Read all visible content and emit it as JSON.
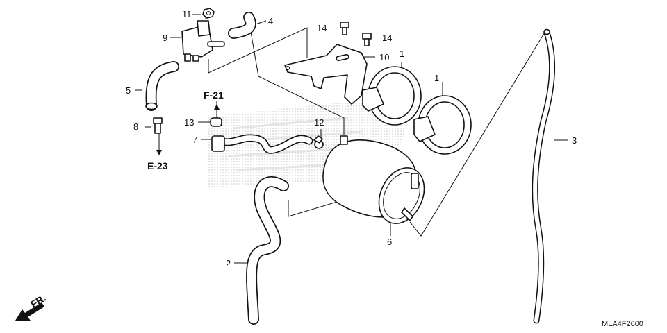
{
  "diagram": {
    "part_numbers": {
      "p1a": "1",
      "p1b": "1",
      "p2": "2",
      "p3": "3",
      "p4": "4",
      "p5": "5",
      "p6": "6",
      "p7": "7",
      "p8": "8",
      "p9": "9",
      "p10": "10",
      "p11": "11",
      "p12": "12",
      "p13": "13",
      "p14a": "14",
      "p14b": "14"
    },
    "section_refs": {
      "f21": "F-21",
      "e23": "E-23"
    },
    "front_marker": "FR.",
    "diagram_code": "MLA4F2600",
    "colors": {
      "line": "#111111",
      "watermark": "#d9d9d9",
      "background": "#ffffff"
    },
    "watermark_icon": "brand-wing-watermark-icon"
  }
}
